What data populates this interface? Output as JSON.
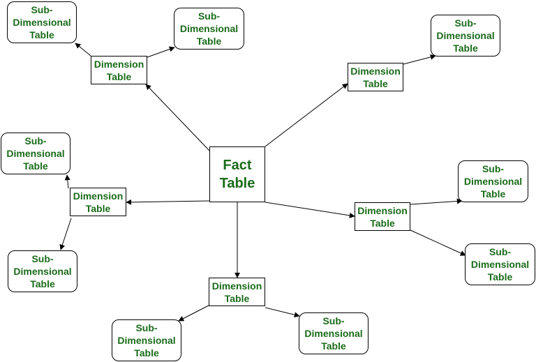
{
  "fact": {
    "label": "Fact\nTable"
  },
  "dimension_label": "Dimension\nTable",
  "sub_label": "Sub-\nDimensional\nTable",
  "colors": {
    "text": "#1a6b1a",
    "border": "#000000",
    "edge": "#000000"
  },
  "dimensions": [
    {
      "id": "dim-top-left",
      "subs": [
        "sub-top-left-a",
        "sub-top-left-b"
      ]
    },
    {
      "id": "dim-top-right",
      "subs": [
        "sub-top-right"
      ]
    },
    {
      "id": "dim-left",
      "subs": [
        "sub-left-upper",
        "sub-left-lower"
      ]
    },
    {
      "id": "dim-right",
      "subs": [
        "sub-right-upper",
        "sub-right-lower"
      ]
    },
    {
      "id": "dim-bottom",
      "subs": [
        "sub-bottom-left",
        "sub-bottom-right"
      ]
    }
  ]
}
